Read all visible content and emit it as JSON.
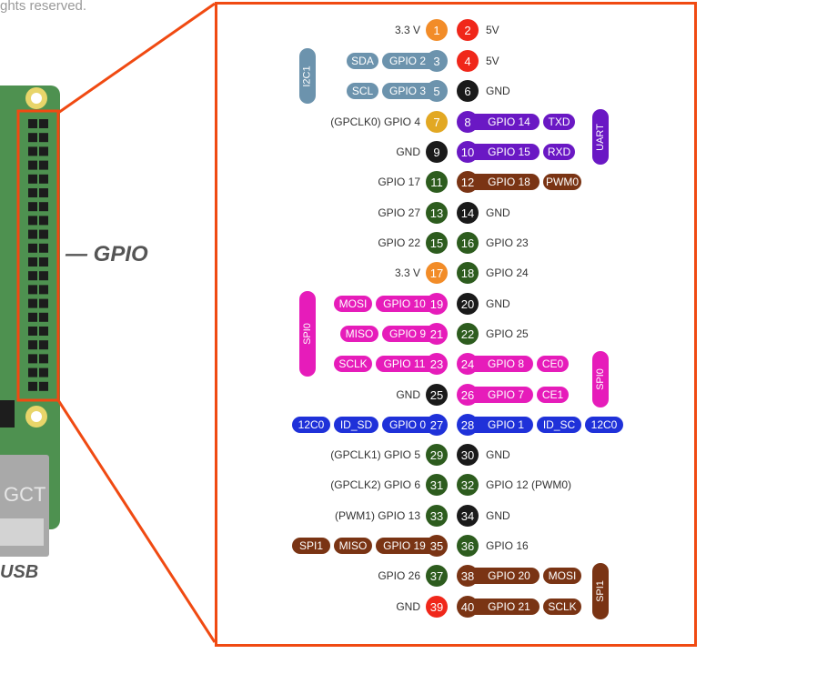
{
  "copyright": "ghts reserved.",
  "labels": {
    "gpio": "— GPIO",
    "usb": "USB",
    "board_text": "GCT"
  },
  "colors": {
    "frame": "#f04a12",
    "power33": "#f28c28",
    "power5": "#f0271a",
    "ground": "#1a1a1a",
    "gpio": "#2d5c1e",
    "gpclk": "#e2a823",
    "i2c": "#6c93ad",
    "uart": "#6a18c4",
    "pwm": "#7a3414",
    "spi0": "#e61cba",
    "idsc": "#1f31d9"
  },
  "left_pins": [
    {
      "num": "1",
      "label": "3.3 V",
      "color": "#f28c28"
    },
    {
      "num": "3",
      "label": "",
      "color": "#6c93ad",
      "pills": [
        "SDA",
        "GPIO 2"
      ]
    },
    {
      "num": "5",
      "label": "",
      "color": "#6c93ad",
      "pills": [
        "SCL",
        "GPIO 3"
      ]
    },
    {
      "num": "7",
      "label": "(GPCLK0) GPIO 4",
      "color": "#e2a823"
    },
    {
      "num": "9",
      "label": "GND",
      "color": "#1a1a1a"
    },
    {
      "num": "11",
      "label": "GPIO 17",
      "color": "#2d5c1e"
    },
    {
      "num": "13",
      "label": "GPIO 27",
      "color": "#2d5c1e"
    },
    {
      "num": "15",
      "label": "GPIO 22",
      "color": "#2d5c1e"
    },
    {
      "num": "17",
      "label": "3.3 V",
      "color": "#f28c28"
    },
    {
      "num": "19",
      "label": "",
      "color": "#e61cba",
      "pills": [
        "MOSI",
        "GPIO 10"
      ]
    },
    {
      "num": "21",
      "label": "",
      "color": "#e61cba",
      "pills": [
        "MISO",
        "GPIO 9"
      ]
    },
    {
      "num": "23",
      "label": "",
      "color": "#e61cba",
      "pills": [
        "SCLK",
        "GPIO 11"
      ]
    },
    {
      "num": "25",
      "label": "GND",
      "color": "#1a1a1a"
    },
    {
      "num": "27",
      "label": "",
      "color": "#1f31d9",
      "pills": [
        "12C0",
        "ID_SD",
        "GPIO 0"
      ]
    },
    {
      "num": "29",
      "label": "(GPCLK1)  GPIO 5",
      "color": "#2d5c1e"
    },
    {
      "num": "31",
      "label": "(GPCLK2)  GPIO 6",
      "color": "#2d5c1e"
    },
    {
      "num": "33",
      "label": "(PWM1) GPIO 13",
      "color": "#2d5c1e"
    },
    {
      "num": "35",
      "label": "",
      "color": "#7a3414",
      "pills": [
        "SPI1",
        "MISO",
        "GPIO 19"
      ]
    },
    {
      "num": "37",
      "label": "GPIO  26",
      "color": "#2d5c1e"
    },
    {
      "num": "39",
      "label": "GND",
      "color": "#f0271a"
    }
  ],
  "right_pins": [
    {
      "num": "2",
      "label": "5V",
      "color": "#f0271a"
    },
    {
      "num": "4",
      "label": "5V",
      "color": "#f0271a"
    },
    {
      "num": "6",
      "label": "GND",
      "color": "#1a1a1a"
    },
    {
      "num": "8",
      "label": "",
      "color": "#6a18c4",
      "pills": [
        "GPIO 14",
        "TXD"
      ]
    },
    {
      "num": "10",
      "label": "",
      "color": "#6a18c4",
      "pills": [
        "GPIO 15",
        "RXD"
      ]
    },
    {
      "num": "12",
      "label": "",
      "color": "#7a3414",
      "pills": [
        "GPIO 18",
        "PWM0"
      ]
    },
    {
      "num": "14",
      "label": "GND",
      "color": "#1a1a1a"
    },
    {
      "num": "16",
      "label": "GPIO 23",
      "color": "#2d5c1e"
    },
    {
      "num": "18",
      "label": "GPIO 24",
      "color": "#2d5c1e"
    },
    {
      "num": "20",
      "label": "GND",
      "color": "#1a1a1a"
    },
    {
      "num": "22",
      "label": "GPIO 25",
      "color": "#2d5c1e"
    },
    {
      "num": "24",
      "label": "",
      "color": "#e61cba",
      "pills": [
        "GPIO 8",
        "CE0"
      ]
    },
    {
      "num": "26",
      "label": "",
      "color": "#e61cba",
      "pills": [
        "GPIO 7",
        "CE1"
      ]
    },
    {
      "num": "28",
      "label": "",
      "color": "#1f31d9",
      "pills": [
        "GPIO 1",
        "ID_SC",
        "12C0"
      ]
    },
    {
      "num": "30",
      "label": "GND",
      "color": "#1a1a1a"
    },
    {
      "num": "32",
      "label": "GPIO 12 (PWM0)",
      "color": "#2d5c1e"
    },
    {
      "num": "34",
      "label": "GND",
      "color": "#1a1a1a"
    },
    {
      "num": "36",
      "label": "GPIO 16",
      "color": "#2d5c1e"
    },
    {
      "num": "38",
      "label": "",
      "color": "#7a3414",
      "pills": [
        "GPIO 20",
        "MOSI"
      ]
    },
    {
      "num": "40",
      "label": "",
      "color": "#7a3414",
      "pills": [
        "GPIO 21",
        "SCLK"
      ]
    }
  ],
  "groups": [
    {
      "label": "I2C1",
      "color": "#6c93ad",
      "side": "left",
      "from": 1,
      "to": 2
    },
    {
      "label": "UART",
      "color": "#6a18c4",
      "side": "right",
      "from": 3,
      "to": 4
    },
    {
      "label": "SPI0",
      "color": "#e61cba",
      "side": "left",
      "from": 9,
      "to": 11
    },
    {
      "label": "SPI0",
      "color": "#e61cba",
      "side": "right",
      "from": 11,
      "to": 12
    },
    {
      "label": "SPI1",
      "color": "#7a3414",
      "side": "right",
      "from": 18,
      "to": 19
    }
  ]
}
